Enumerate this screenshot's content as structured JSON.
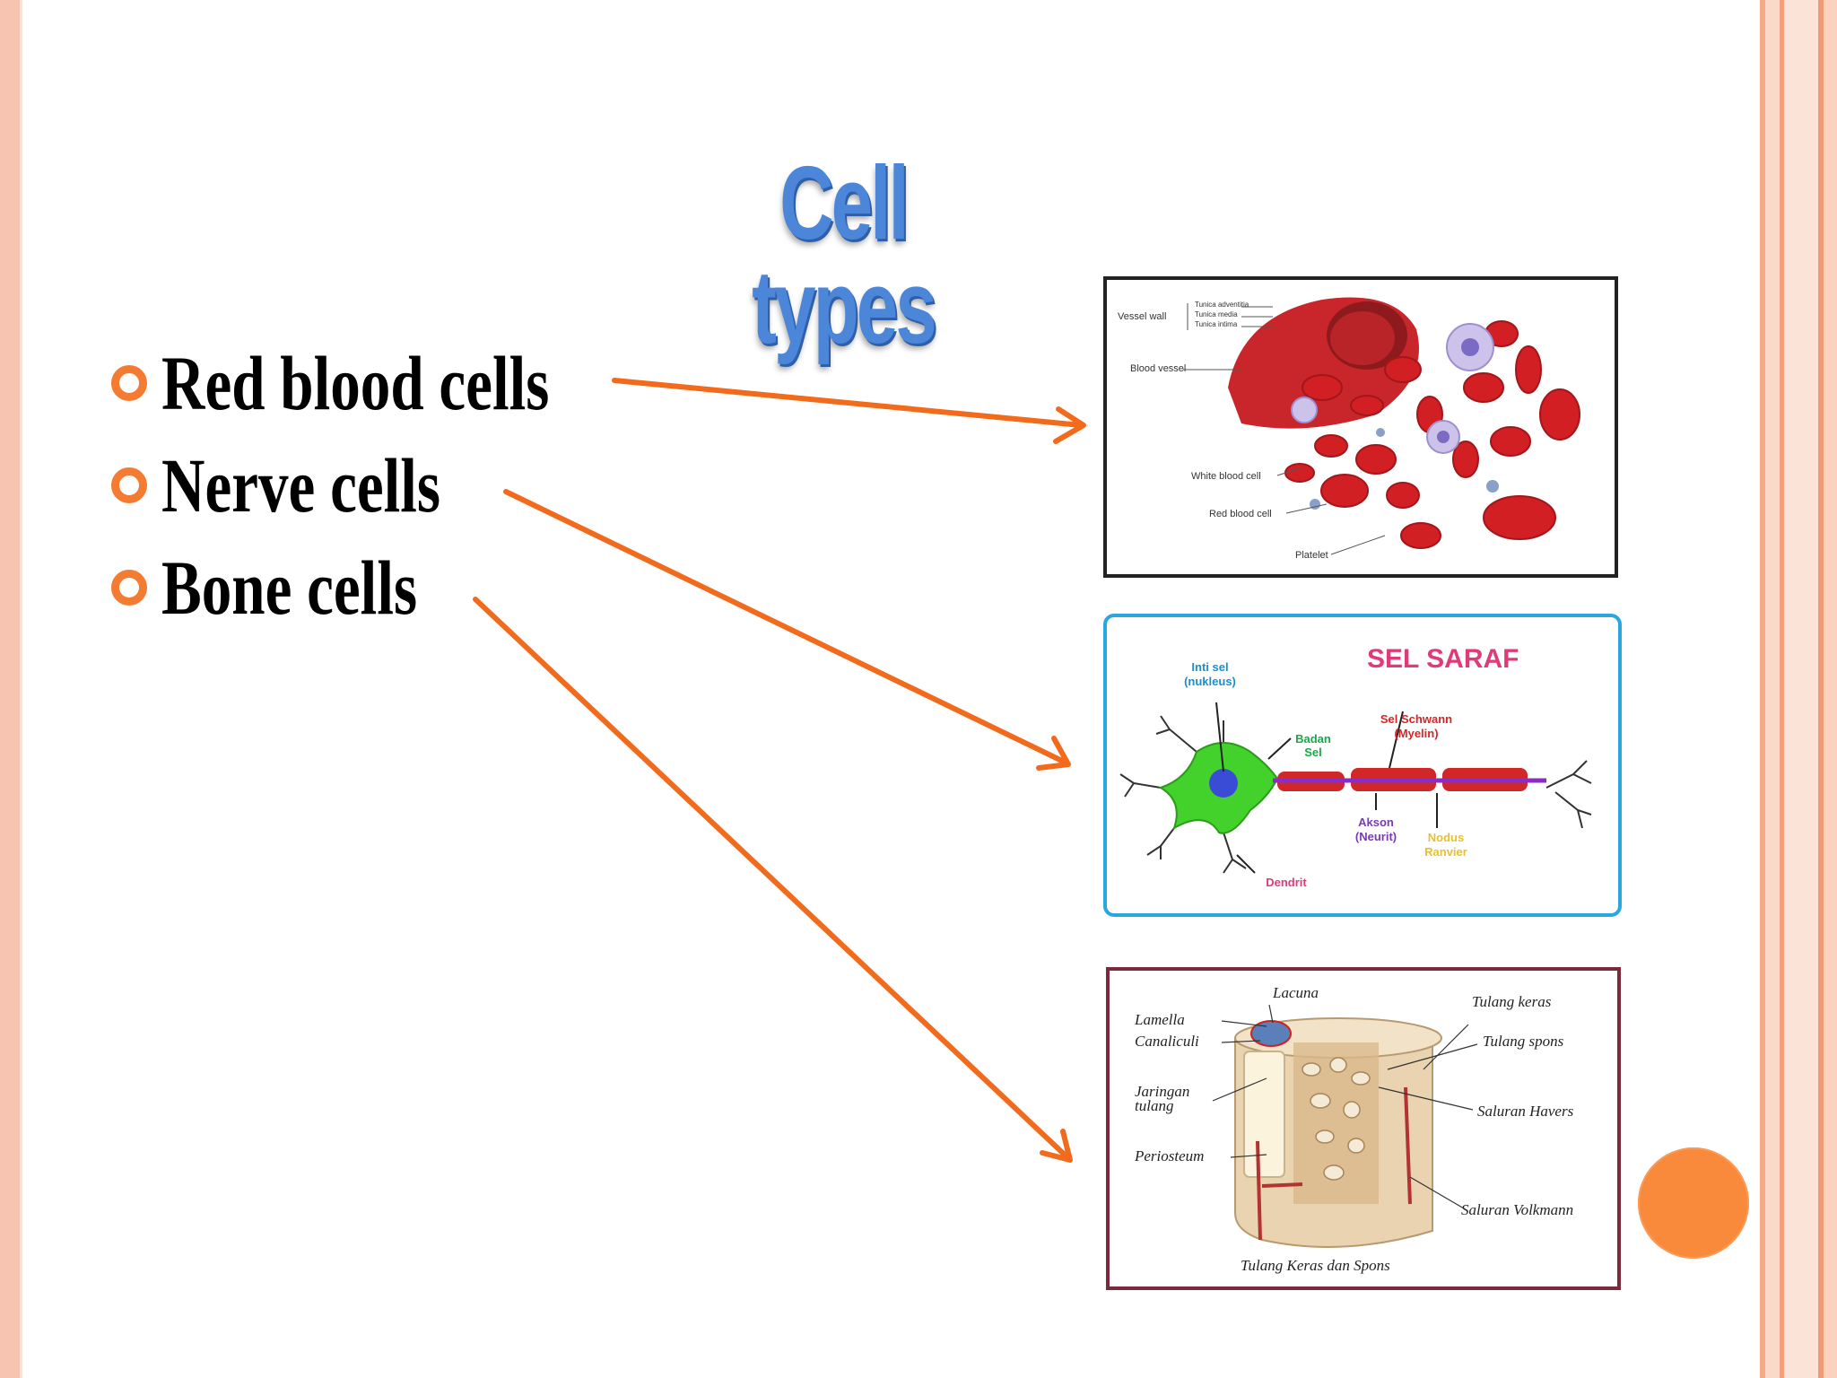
{
  "slide": {
    "title": "Cell types",
    "bullets": [
      {
        "label": "Red blood cells"
      },
      {
        "label": "Nerve cells"
      },
      {
        "label": "Bone cells"
      }
    ]
  },
  "rbc_figure": {
    "labels": {
      "vessel_wall": "Vessel wall",
      "tunica_adventitia": "Tunica adventitia",
      "tunica_media": "Tunica media",
      "tunica_intima": "Tunica intima",
      "blood_vessel": "Blood vessel",
      "white_blood_cell": "White blood cell",
      "red_blood_cell": "Red blood cell",
      "platelet": "Platelet"
    }
  },
  "nerve_figure": {
    "title": "SEL SARAF",
    "labels": {
      "inti_sel_1": "Inti sel",
      "inti_sel_2": "(nukleus)",
      "badan_sel_1": "Badan",
      "badan_sel_2": "Sel",
      "schwann_1": "Sel Schwann",
      "schwann_2": "(Myelin)",
      "akson_1": "Akson",
      "akson_2": "(Neurit)",
      "nodus_1": "Nodus",
      "nodus_2": "Ranvier",
      "dendrit": "Dendrit"
    }
  },
  "bone_figure": {
    "labels": {
      "lacuna": "Lacuna",
      "lamella": "Lamella",
      "canaliculi": "Canaliculi",
      "jaringan_1": "Jaringan",
      "jaringan_2": "tulang",
      "periosteum": "Periosteum",
      "tulang_keras": "Tulang keras",
      "tulang_spons": "Tulang spons",
      "saluran_havers": "Saluran Havers",
      "saluran_volkmann": "Saluran Volkmann",
      "caption": "Tulang Keras dan Spons"
    }
  },
  "colors": {
    "accent_orange": "#f47b32",
    "title_blue": "#4c86d9",
    "frame_peach": "#f7c4b2"
  }
}
